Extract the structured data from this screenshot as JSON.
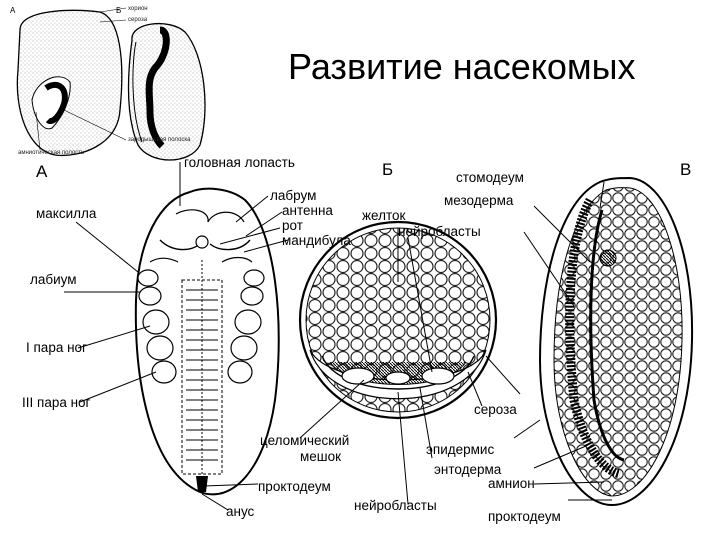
{
  "title": "Развитие насекомых",
  "inset": {
    "label_a": "А",
    "label_b": "Б",
    "labels": [
      "хорион",
      "сероза",
      "зародышевая полоска",
      "амниотическая полость"
    ]
  },
  "panel_letters": {
    "a": "А",
    "b": "Б",
    "c": "В"
  },
  "panel_a_labels": {
    "head_lobe": "головная лопасть",
    "labrum": "лабрум",
    "antenna": "антенна",
    "mouth": "рот",
    "mandible": "мандибула",
    "maxilla": "максилла",
    "labium": "лабиум",
    "leg_pair_1": "I пара ног",
    "leg_pair_3": "III пара ног",
    "coelomic_sac_line1": "целомический",
    "coelomic_sac_line2": "мешок",
    "proctodeum": "проктодеум",
    "anus": "анус"
  },
  "panel_b_labels": {
    "yolk": "желток",
    "neuroblasts_top": "нейробласты",
    "neuroblasts_bottom": "нейробласты",
    "serosa": "сероза",
    "epidermis": "эпидермис",
    "endoderm": "энтодерма"
  },
  "panel_c_labels": {
    "stomodeum": "стомодеум",
    "mesoderm": "мезодерма",
    "amnion": "амнион",
    "proctodeum": "проктодеум"
  }
}
